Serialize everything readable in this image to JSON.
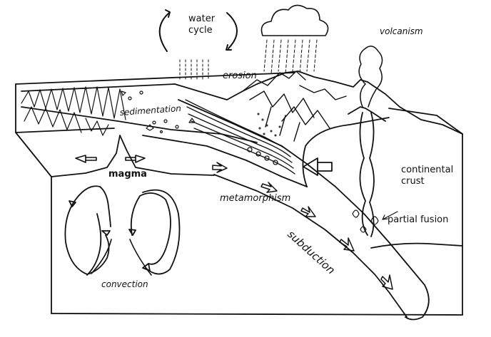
{
  "labels": {
    "water_cycle_line1": "water",
    "water_cycle_line2": "cycle",
    "erosion": "erosion",
    "volcanism": "volcanism",
    "sedimentation": "sedimentation",
    "magma": "magma",
    "continental_crust_line1": "continental",
    "continental_crust_line2": "crust",
    "metamorphism": "metamorphism",
    "partial_fusion": "partial fusion",
    "subduction": "subduction",
    "convection": "convection"
  },
  "colors": {
    "ink": "#111111",
    "paper": "#ffffff"
  }
}
